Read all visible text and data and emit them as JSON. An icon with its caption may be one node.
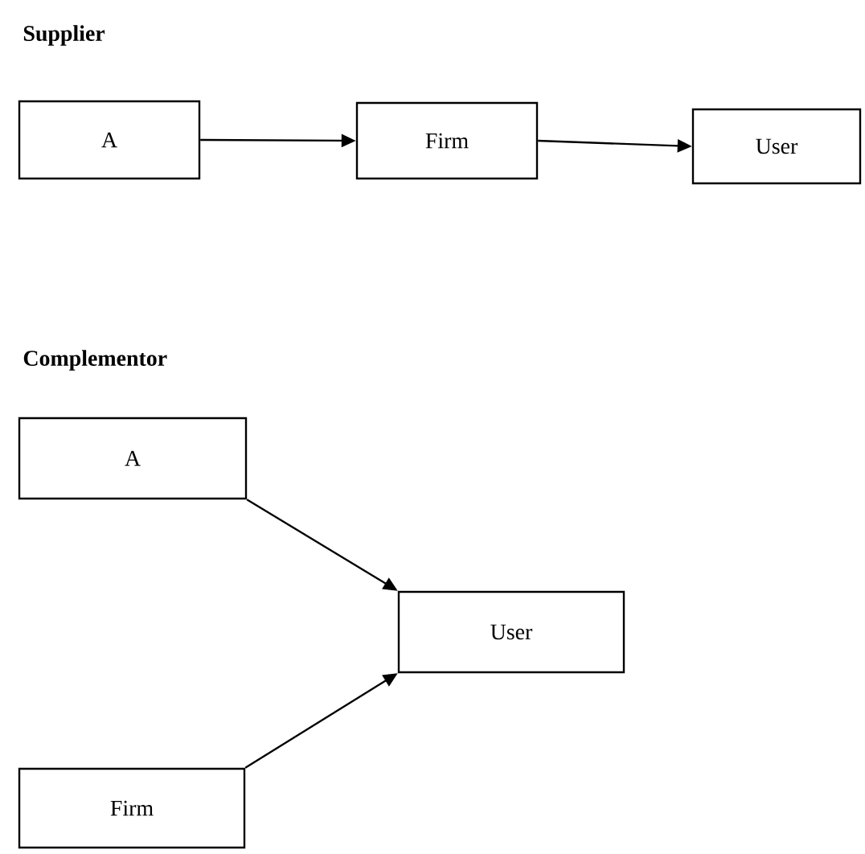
{
  "diagram": {
    "nodes": [
      {
        "text": [
          "A"
        ]
      },
      {
        "text": [
          "Firm"
        ]
      },
      {
        "text": [
          "User"
        ]
      },
      {
        "text": [
          "A"
        ]
      },
      {
        "text": [
          "User"
        ]
      },
      {
        "text": [
          "Firm"
        ]
      }
    ],
    "edges": [
      {
        "from": 0,
        "to": 1,
        "arrow": "to"
      },
      {
        "from": 1,
        "to": 2,
        "arrow": "to"
      },
      {
        "from": 3,
        "to": 4,
        "arrow": "to"
      },
      {
        "from": 5,
        "to": 4,
        "arrow": "to"
      }
    ],
    "labels": [
      "Supplier",
      "Complementor"
    ]
  }
}
